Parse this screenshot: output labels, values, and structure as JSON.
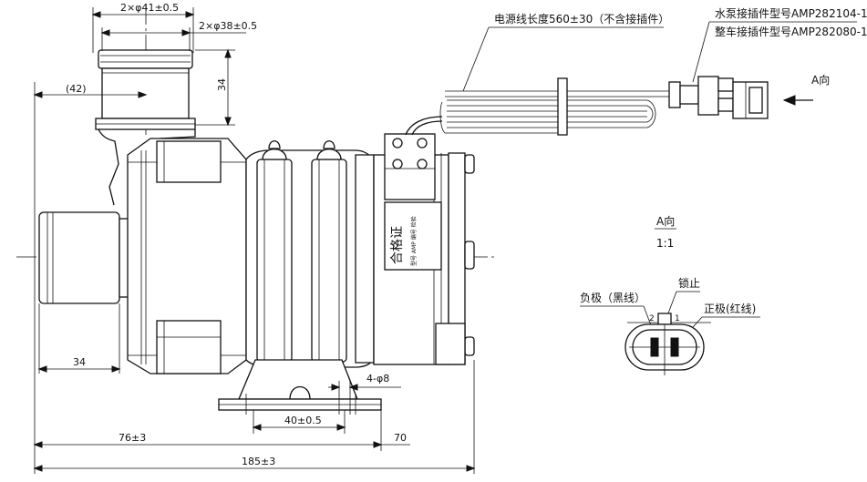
{
  "dimensions": {
    "outer_diameter": "2×φ41±0.5",
    "inner_diameter": "2×φ38±0.5",
    "inlet_height": "34",
    "inlet_offset": "(42)",
    "outlet_offset": "34",
    "inlet_distance": "76±3",
    "mount_spacing": "40±0.5",
    "mount_holes": "4-φ8",
    "base_offset": "70",
    "overall_length": "185±3"
  },
  "notes": {
    "cable_length": "电源线长度560±30（不含接插件）",
    "pump_connector": "水泵接插件型号AMP282104-1",
    "vehicle_connector": "整车接插件型号AMP282080-1",
    "view_arrow": "A向",
    "label_plate": "合格证",
    "label_plate_small": "型号 AMP 编号 检验"
  },
  "detail_view": {
    "title": "A向",
    "scale": "1:1",
    "negative": "负极（黑线）",
    "lock": "锁止",
    "positive": "正极(红线)",
    "pin_2": "2",
    "pin_1": "1"
  }
}
